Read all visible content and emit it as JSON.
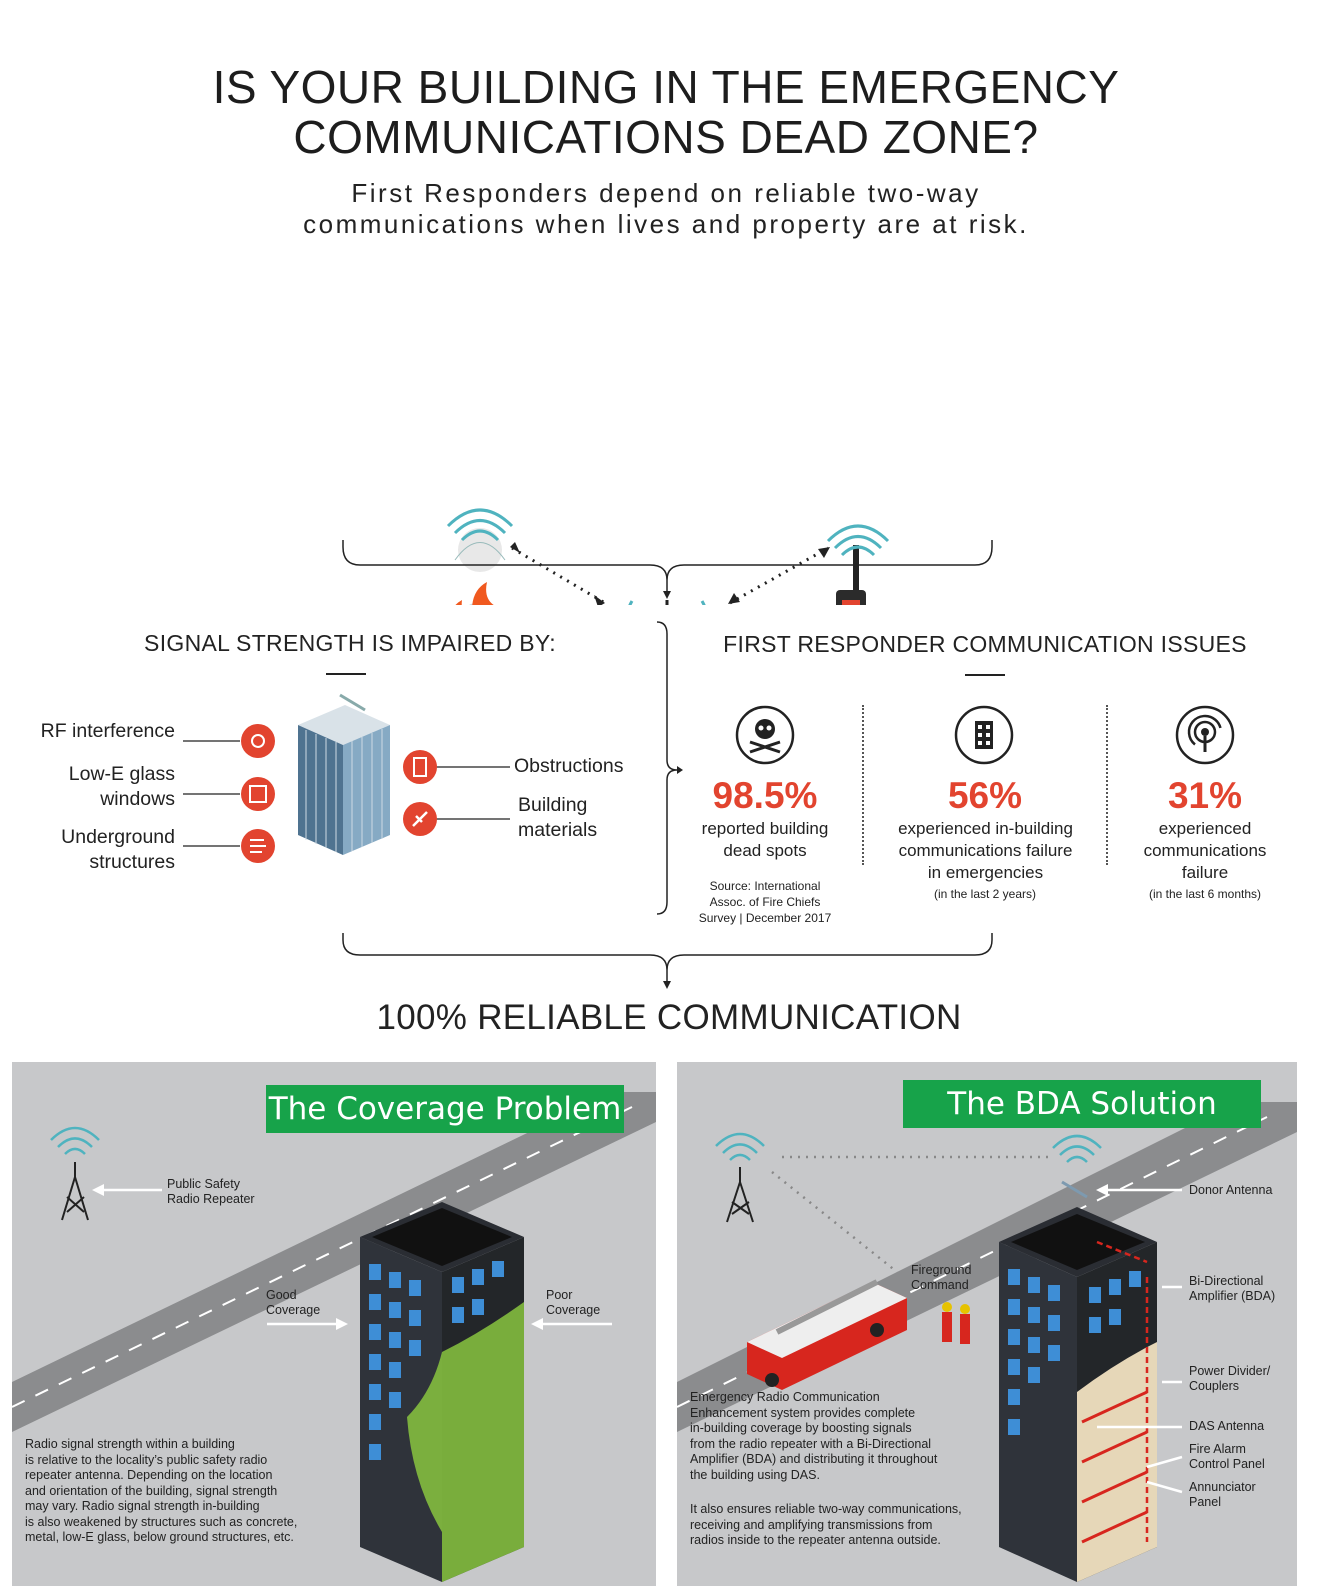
{
  "header": {
    "title_line1": "IS YOUR BUILDING IN THE EMERGENCY",
    "title_line2": "COMMUNICATIONS DEAD ZONE?",
    "subtitle_line1": "First Responders depend on reliable two-way",
    "subtitle_line2": "communications when lives and property are at risk."
  },
  "impaired": {
    "heading": "SIGNAL STRENGTH IS IMPAIRED BY:",
    "left_items": [
      "RF interference",
      "Low-E glass\nwindows",
      "Underground\nstructures"
    ],
    "right_items": [
      "Obstructions",
      "Building\nmaterials"
    ]
  },
  "issues": {
    "heading": "FIRST RESPONDER COMMUNICATION ISSUES",
    "stats": [
      {
        "value": "98.5%",
        "desc": "reported building\ndead spots",
        "note": "Source: International\nAssoc. of Fire Chiefs\nSurvey | December 2017",
        "icon": "skull-crossbones-icon"
      },
      {
        "value": "56%",
        "desc": "experienced in-building\ncommunications failure\nin emergencies",
        "note": "(in the last 2 years)",
        "icon": "building-icon"
      },
      {
        "value": "31%",
        "desc": "experienced\ncommunications\nfailure",
        "note": "(in the last 6 months)",
        "icon": "signal-icon"
      }
    ]
  },
  "reliable": "100% RELIABLE COMMUNICATION",
  "coverage": {
    "banner": "The Coverage Problem",
    "repeater_label": "Public Safety\nRadio Repeater",
    "good_label": "Good\nCoverage",
    "poor_label": "Poor\nCoverage",
    "body": "Radio signal strength within a building\nis relative to the locality’s public safety radio\nrepeater antenna. Depending on the location\nand orientation of the building, signal strength\nmay vary. Radio signal strength in-building\nis also weakened by structures such as concrete,\nmetal, low-E glass, below ground structures, etc."
  },
  "bda": {
    "banner": "The BDA Solution",
    "fireground": "Fireground\nCommand",
    "labels": [
      "Donor Antenna",
      "Bi-Directional\nAmplifier (BDA)",
      "Power Divider/\nCouplers",
      "DAS Antenna",
      "Fire Alarm\nControl Panel",
      "Annunciator\nPanel"
    ],
    "body1": "Emergency Radio Communication\nEnhancement system provides complete\nin-building coverage by boosting signals\nfrom the radio repeater with a Bi-Directional\nAmplifier (BDA) and distributing it throughout\nthe building using DAS.",
    "body2": "It also ensures reliable two-way communications,\nreceiving and amplifying transmissions from\nradios inside to the repeater antenna outside."
  },
  "colors": {
    "accent": "#e2442f",
    "banner": "#17a34a",
    "panel": "#c7c8ca"
  }
}
